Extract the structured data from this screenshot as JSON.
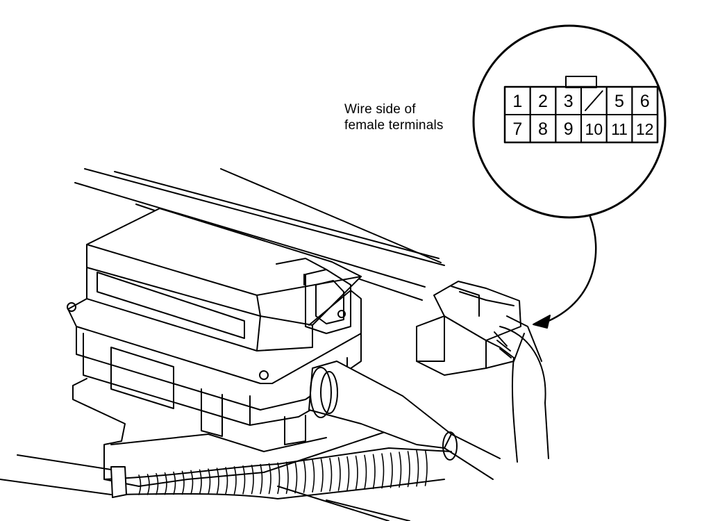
{
  "caption": {
    "line1": "Wire side of",
    "line2": "female terminals"
  },
  "connector": {
    "terminals_top": [
      "1",
      "2",
      "3",
      "",
      "5",
      "6"
    ],
    "terminals_bottom": [
      "7",
      "8",
      "9",
      "10",
      "11",
      "12"
    ],
    "blank_terminal_marker": "slash"
  },
  "colors": {
    "line": "#000000",
    "background": "#ffffff"
  }
}
